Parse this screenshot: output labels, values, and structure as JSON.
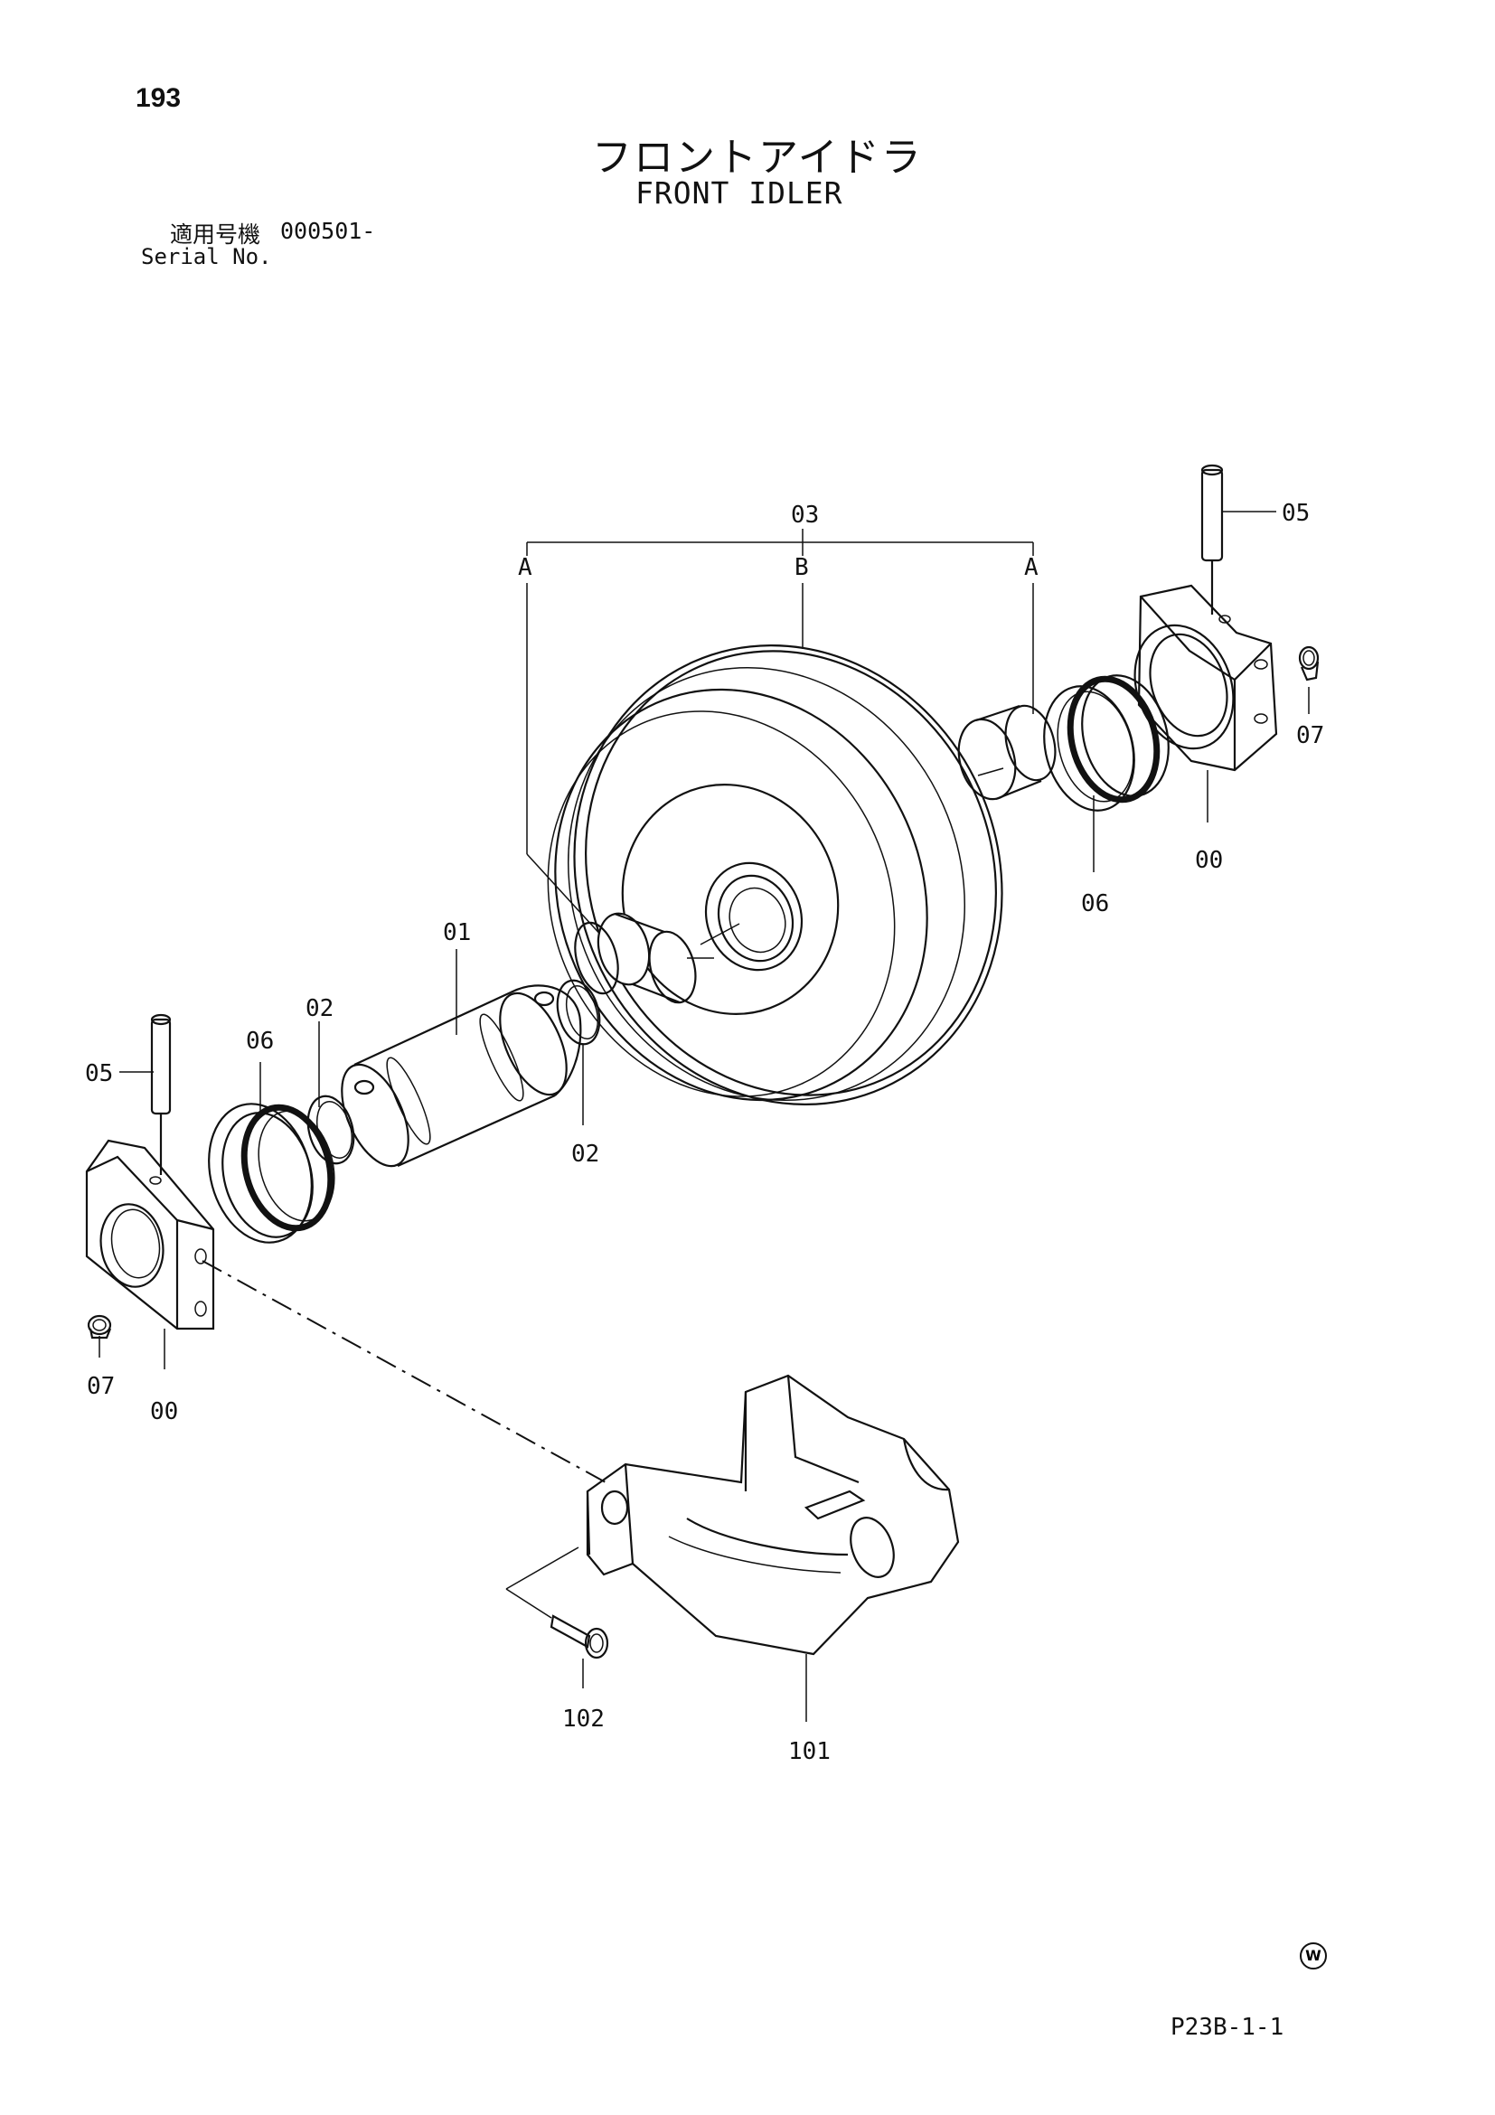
{
  "header": {
    "page_number": "193",
    "title_jp": "フロントアイドラ",
    "title_en": "FRONT IDLER",
    "serial_label_jp": "適用号機",
    "serial_value": "000501-",
    "serial_label_en": "Serial No."
  },
  "callouts": {
    "idler_assembly": "03",
    "ref_a_left": "A",
    "ref_b": "B",
    "ref_a_right": "A",
    "pin_right": "05",
    "plug_right": "07",
    "bearing_right": "00",
    "seal_right": "06",
    "shaft": "01",
    "oring_upper": "02",
    "oring_lower": "02",
    "seal_left": "06",
    "pin_left": "05",
    "plug_left": "07",
    "bearing_left": "00",
    "bolt": "102",
    "yoke": "101"
  },
  "footer": {
    "watermark_symbol": "W",
    "sheet_code": "P23B-1-1"
  }
}
